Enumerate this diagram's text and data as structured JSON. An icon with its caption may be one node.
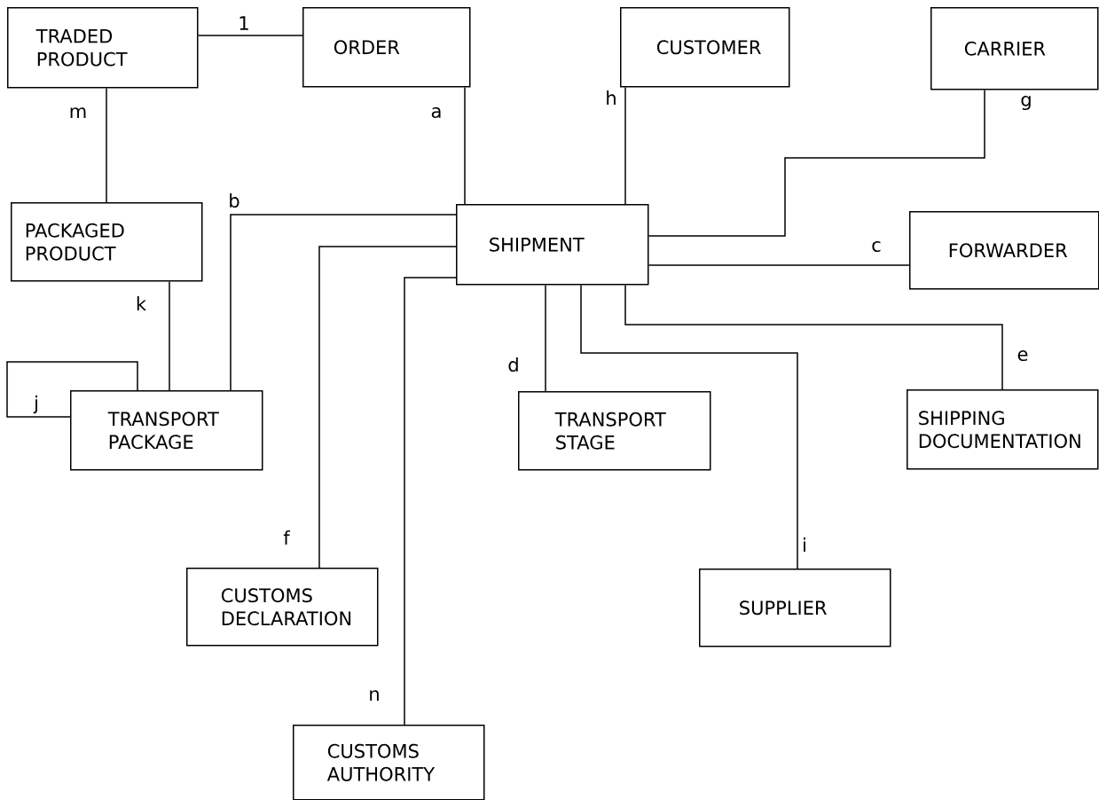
{
  "diagram": {
    "nodes": [
      {
        "text": [
          "TRADED PRODUCT"
        ]
      },
      {
        "text": [
          "ORDER"
        ]
      },
      {
        "text": [
          "CUSTOMER"
        ]
      },
      {
        "text": [
          "CARRIER"
        ]
      },
      {
        "text": [
          "PACKAGED PRODUCT"
        ]
      },
      {
        "text": [
          "SHIPMENT"
        ]
      },
      {
        "text": [
          "FORWARDER"
        ]
      },
      {
        "text": [
          "TRANSPORT PACKAGE"
        ]
      },
      {
        "text": [
          "TRANSPORT STAGE"
        ]
      },
      {
        "text": [
          "SHIPPING DOCUMENTATION"
        ]
      },
      {
        "text": [
          "CUSTOMS DECLARATION"
        ]
      },
      {
        "text": [
          "SUPPLIER"
        ]
      },
      {
        "text": [
          "CUSTOMS AUTHORITY"
        ]
      }
    ],
    "edges": [
      {
        "from": 0,
        "to": 1,
        "arrow": "none",
        "label": "1"
      },
      {
        "from": 1,
        "to": 5,
        "arrow": "none",
        "label": "a"
      },
      {
        "from": 2,
        "to": 5,
        "arrow": "none",
        "label": "h"
      },
      {
        "from": 3,
        "to": 5,
        "arrow": "none",
        "label": "g"
      },
      {
        "from": 0,
        "to": 4,
        "arrow": "none",
        "label": "m"
      },
      {
        "from": 5,
        "to": 7,
        "arrow": "none",
        "label": "b"
      },
      {
        "from": 5,
        "to": 6,
        "arrow": "none",
        "label": "c"
      },
      {
        "from": 4,
        "to": 7,
        "arrow": "none",
        "label": "k"
      },
      {
        "from": 7,
        "to": 7,
        "arrow": "none",
        "label": "j"
      },
      {
        "from": 5,
        "to": 8,
        "arrow": "none",
        "label": "d"
      },
      {
        "from": 5,
        "to": 9,
        "arrow": "none",
        "label": "e"
      },
      {
        "from": 5,
        "to": 10,
        "arrow": "none",
        "label": "f"
      },
      {
        "from": 5,
        "to": 11,
        "arrow": "none",
        "label": "i"
      },
      {
        "from": 5,
        "to": 12,
        "arrow": "none",
        "label": "n"
      }
    ]
  }
}
